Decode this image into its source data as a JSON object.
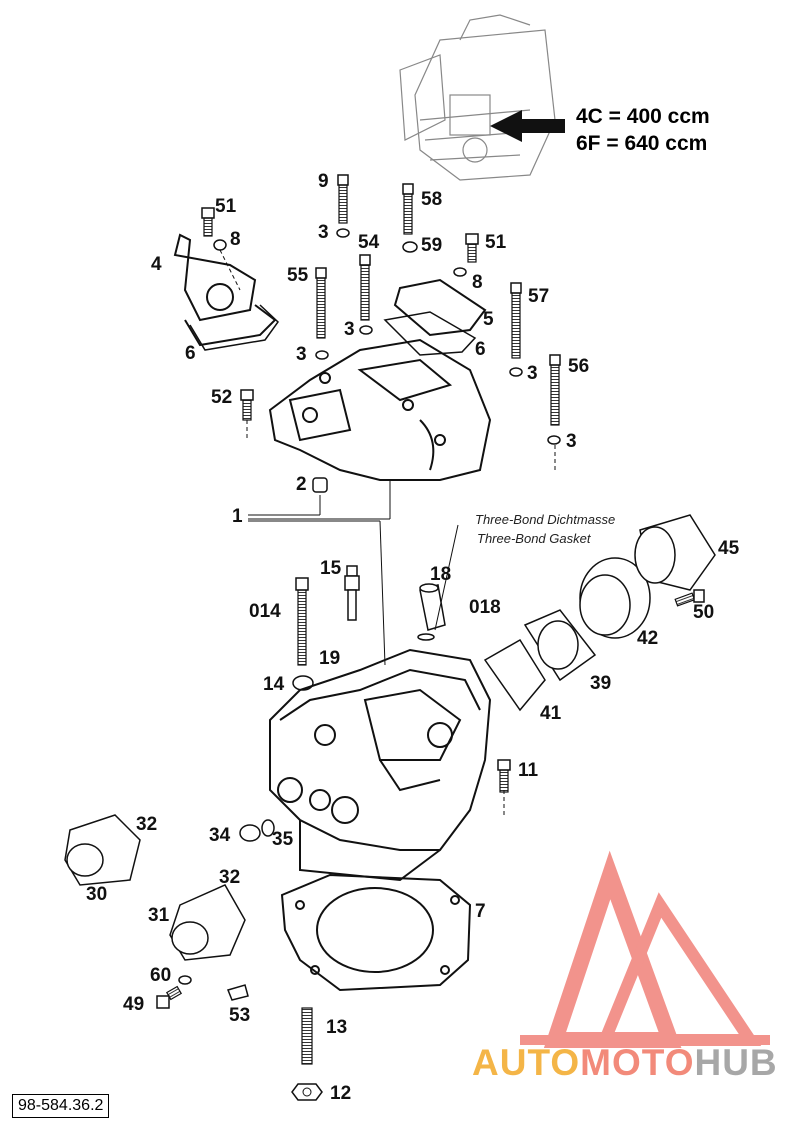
{
  "callout": {
    "line1": "4C = 400 ccm",
    "line2": "6F = 640 ccm"
  },
  "note": {
    "de": "Three-Bond Dichtmasse",
    "en": "Three-Bond Gasket"
  },
  "part_number": "98-584.36.2",
  "watermark": {
    "part_a": "AUTO",
    "part_b": "MOTO",
    "part_c": "HUB",
    "color_a": "#f4b547",
    "color_b": "#f28a7a",
    "color_c": "#a7a7a7"
  },
  "labels": {
    "p1": "1",
    "p2": "2",
    "p3a": "3",
    "p3b": "3",
    "p3c": "3",
    "p3d": "3",
    "p3e": "3",
    "p4": "4",
    "p5": "5",
    "p6a": "6",
    "p6b": "6",
    "p7": "7",
    "p8a": "8",
    "p8b": "8",
    "p9": "9",
    "p11": "11",
    "p12": "12",
    "p13": "13",
    "p14": "14",
    "p15": "15",
    "p18": "18",
    "p19": "19",
    "p30": "30",
    "p31": "31",
    "p32a": "32",
    "p32b": "32",
    "p34": "34",
    "p35": "35",
    "p39": "39",
    "p41": "41",
    "p42": "42",
    "p45": "45",
    "p49": "49",
    "p50": "50",
    "p51a": "51",
    "p51b": "51",
    "p52": "52",
    "p53": "53",
    "p54": "54",
    "p55": "55",
    "p56": "56",
    "p57": "57",
    "p58": "58",
    "p59": "59",
    "p60": "60",
    "p014": "014",
    "p018": "018"
  }
}
